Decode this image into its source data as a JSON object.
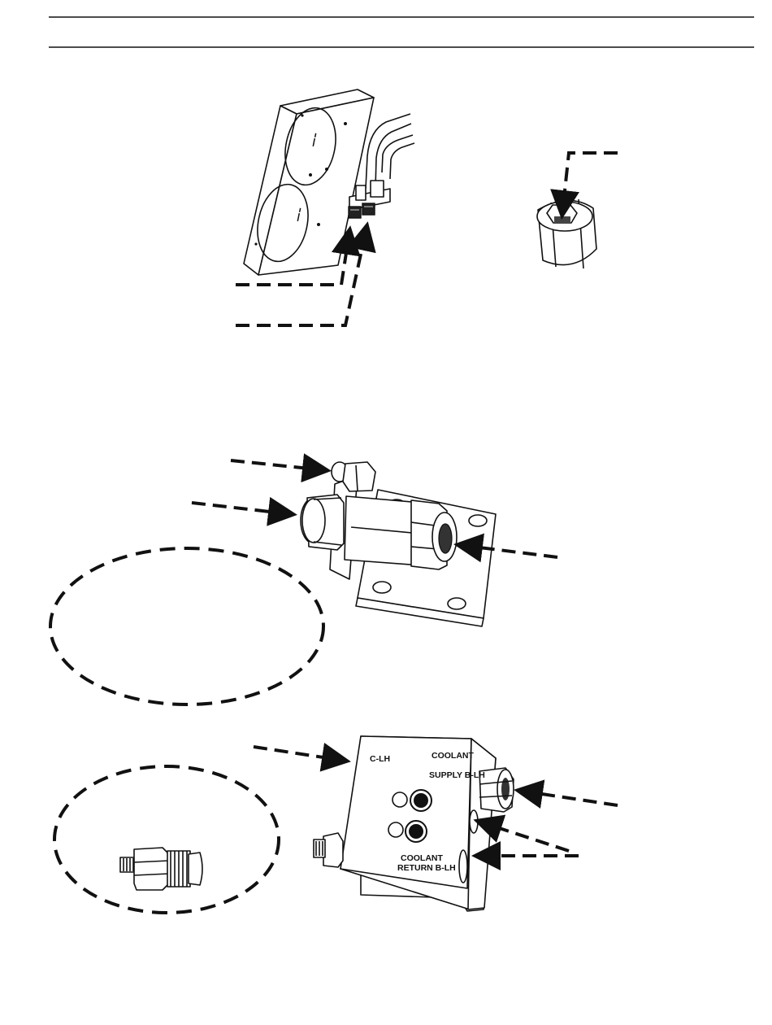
{
  "manifold_labels": {
    "top_left": "C-LH",
    "supply_line1": "COOLANT",
    "supply_line2": "SUPPLY  B-LH",
    "return_line1": "COOLANT",
    "return_line2": "RETURN  B-LH"
  },
  "colors": {
    "ink": "#111111",
    "background": "#ffffff"
  }
}
